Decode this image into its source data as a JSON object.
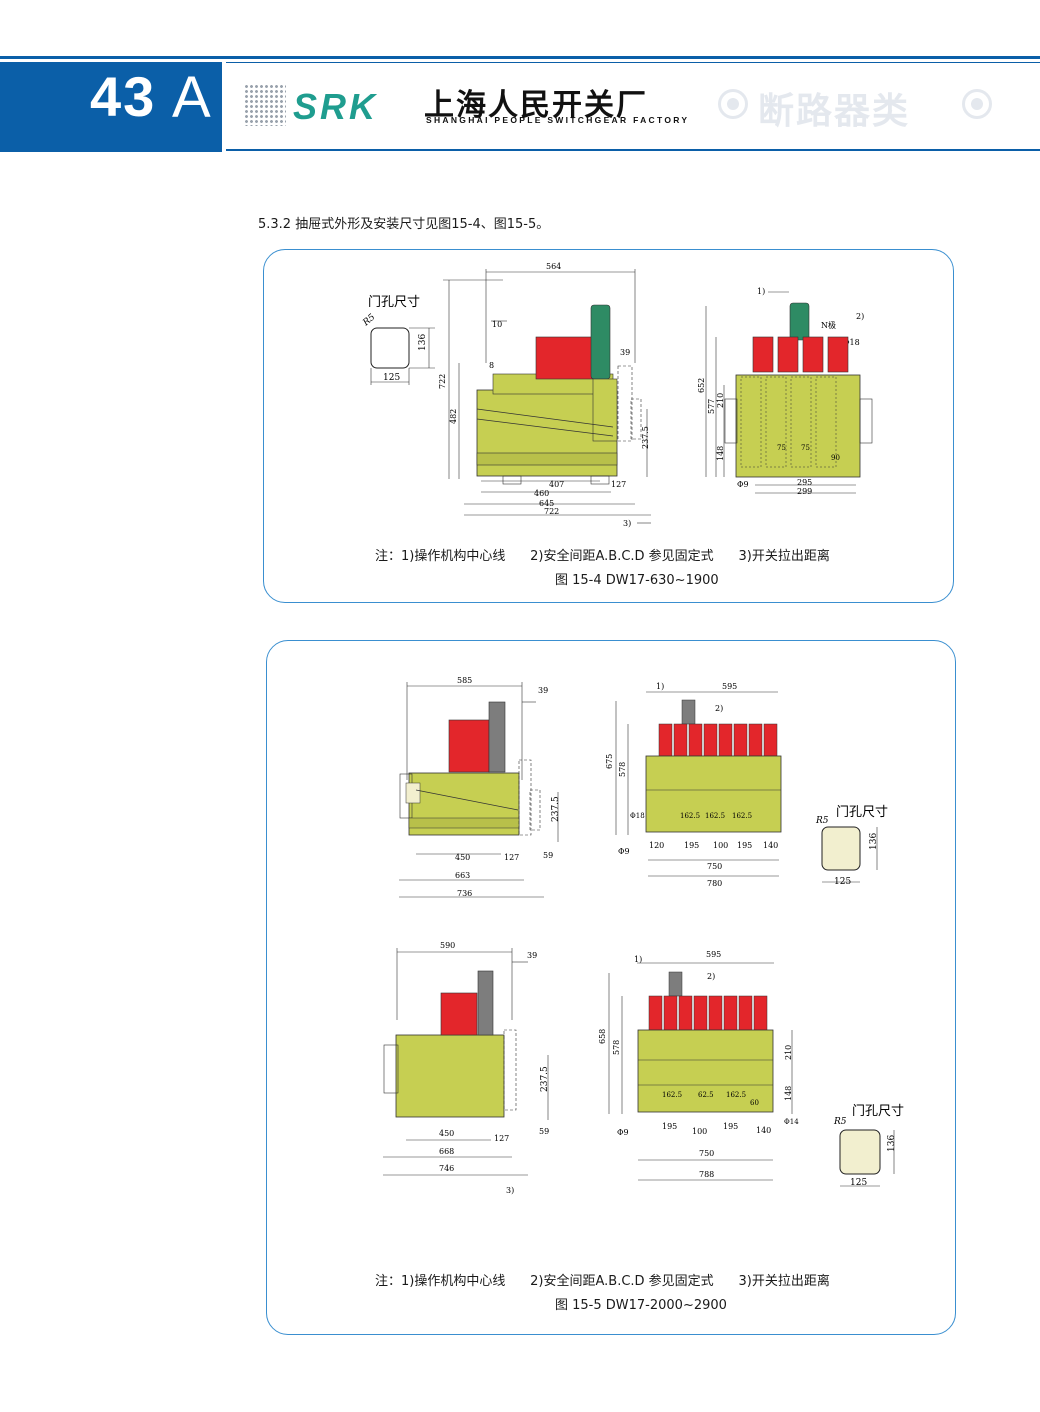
{
  "header": {
    "page_number": "43",
    "page_letter": "A",
    "logo_text": "SRK",
    "company_cn": "上海人民开关厂",
    "company_en": "SHANGHAI PEOPLE SWITCHGEAR FACTORY",
    "category": "断路器类"
  },
  "intro": "5.3.2 抽屉式外形及安装尺寸见图15-4、图15-5。",
  "figure1": {
    "door_label": "门孔尺寸",
    "door_radius": "R5",
    "door_w": "125",
    "door_h": "136",
    "side_dims": {
      "top": "564",
      "d10": "10",
      "d8": "8",
      "d39": "39",
      "h722": "722",
      "h482": "482",
      "h237": "237.5",
      "b407": "407",
      "b127": "127",
      "b460": "460",
      "b645": "645",
      "b722": "722",
      "ref3": "3)"
    },
    "front_dims": {
      "ref1": "1)",
      "ref2": "2)",
      "npole": "N极",
      "phi18": "Φ18",
      "h652": "652",
      "h577": "577",
      "h210": "210",
      "h148": "148",
      "d75a": "75",
      "d75b": "75",
      "d90": "90",
      "phi9": "Φ9",
      "w295": "295",
      "w299": "299"
    },
    "note": "注：1)操作机构中心线      2)安全间距A.B.C.D 参见固定式      3)开关拉出距离",
    "caption": "图 15-4 DW17-630~1900"
  },
  "figure2": {
    "side_a": {
      "top": "585",
      "d39": "39",
      "h237": "237.5",
      "b450": "450",
      "b127": "127",
      "b59": "59",
      "b663": "663",
      "b736": "736"
    },
    "front_a": {
      "ref1": "1)",
      "w595": "595",
      "ref2": "2)",
      "h675": "675",
      "h578": "578",
      "phi18": "Φ18",
      "d162a": "162.5",
      "d162b": "162.5",
      "d162c": "162.5",
      "phi9": "Φ9",
      "d120": "120",
      "d195a": "195",
      "d100": "100",
      "d195b": "195",
      "d140": "140",
      "w750": "750",
      "w780": "780"
    },
    "door_a": {
      "label": "门孔尺寸",
      "radius": "R5",
      "w": "125",
      "h": "136"
    },
    "side_b": {
      "top": "590",
      "d39": "39",
      "h237": "237.5",
      "b450": "450",
      "b127": "127",
      "b59": "59",
      "b668": "668",
      "b746": "746",
      "ref3": "3)"
    },
    "front_b": {
      "ref1": "1)",
      "w595": "595",
      "ref2": "2)",
      "h658": "658",
      "h578": "578",
      "h210": "210",
      "h148": "148",
      "phi14": "Φ14",
      "d162a": "162.5",
      "d162b": "62.5",
      "d162c": "162.5",
      "d60": "60",
      "phi9": "Φ9",
      "d195a": "195",
      "d100": "100",
      "d195b": "195",
      "d140": "140",
      "w750": "750",
      "w788": "788"
    },
    "door_b": {
      "label": "门孔尺寸",
      "radius": "R5",
      "w": "125",
      "h": "136"
    },
    "note": "注：1)操作机构中心线      2)安全间距A.B.C.D 参见固定式      3)开关拉出距离",
    "caption": "图 15-5 DW17-2000~2900"
  },
  "colors": {
    "brand_blue": "#0b5fa8",
    "body_green": "#c6cf52",
    "pole_red": "#e3262b",
    "handle_green": "#2e8b64",
    "handle_gray": "#7d7d7d",
    "door_fill": "#f2efcf",
    "srk_teal": "#1f9d8f"
  }
}
